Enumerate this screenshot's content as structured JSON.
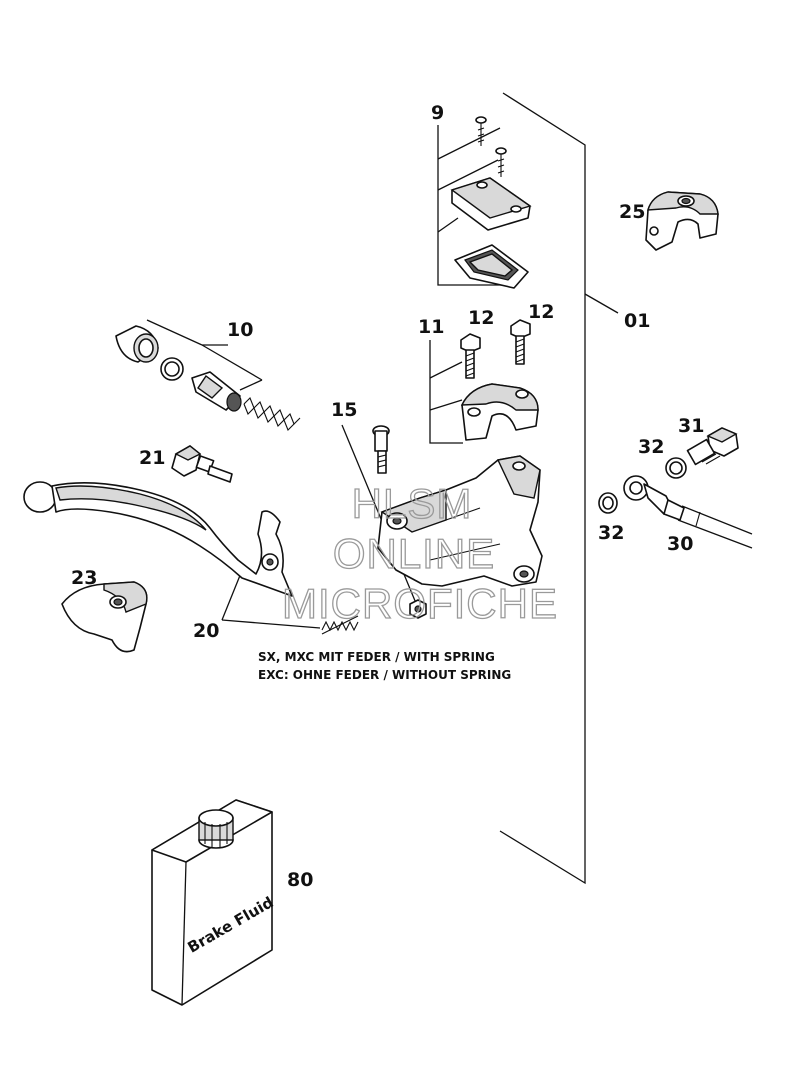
{
  "callouts": {
    "c01": "01",
    "c9": "9",
    "c10": "10",
    "c11": "11",
    "c12a": "12",
    "c12b": "12",
    "c15": "15",
    "c20": "20",
    "c21": "21",
    "c23": "23",
    "c25": "25",
    "c30": "30",
    "c31": "31",
    "c32a": "32",
    "c32b": "32",
    "c80": "80"
  },
  "notes": {
    "line1": "SX, MXC  MIT FEDER / WITH SPRING",
    "line2": "EXC: OHNE FEDER / WITHOUT SPRING"
  },
  "bottle_label": "Brake Fluid",
  "watermark": {
    "line1": "HLSM",
    "line2": "ONLINE",
    "line3": "MICROFICHE"
  }
}
